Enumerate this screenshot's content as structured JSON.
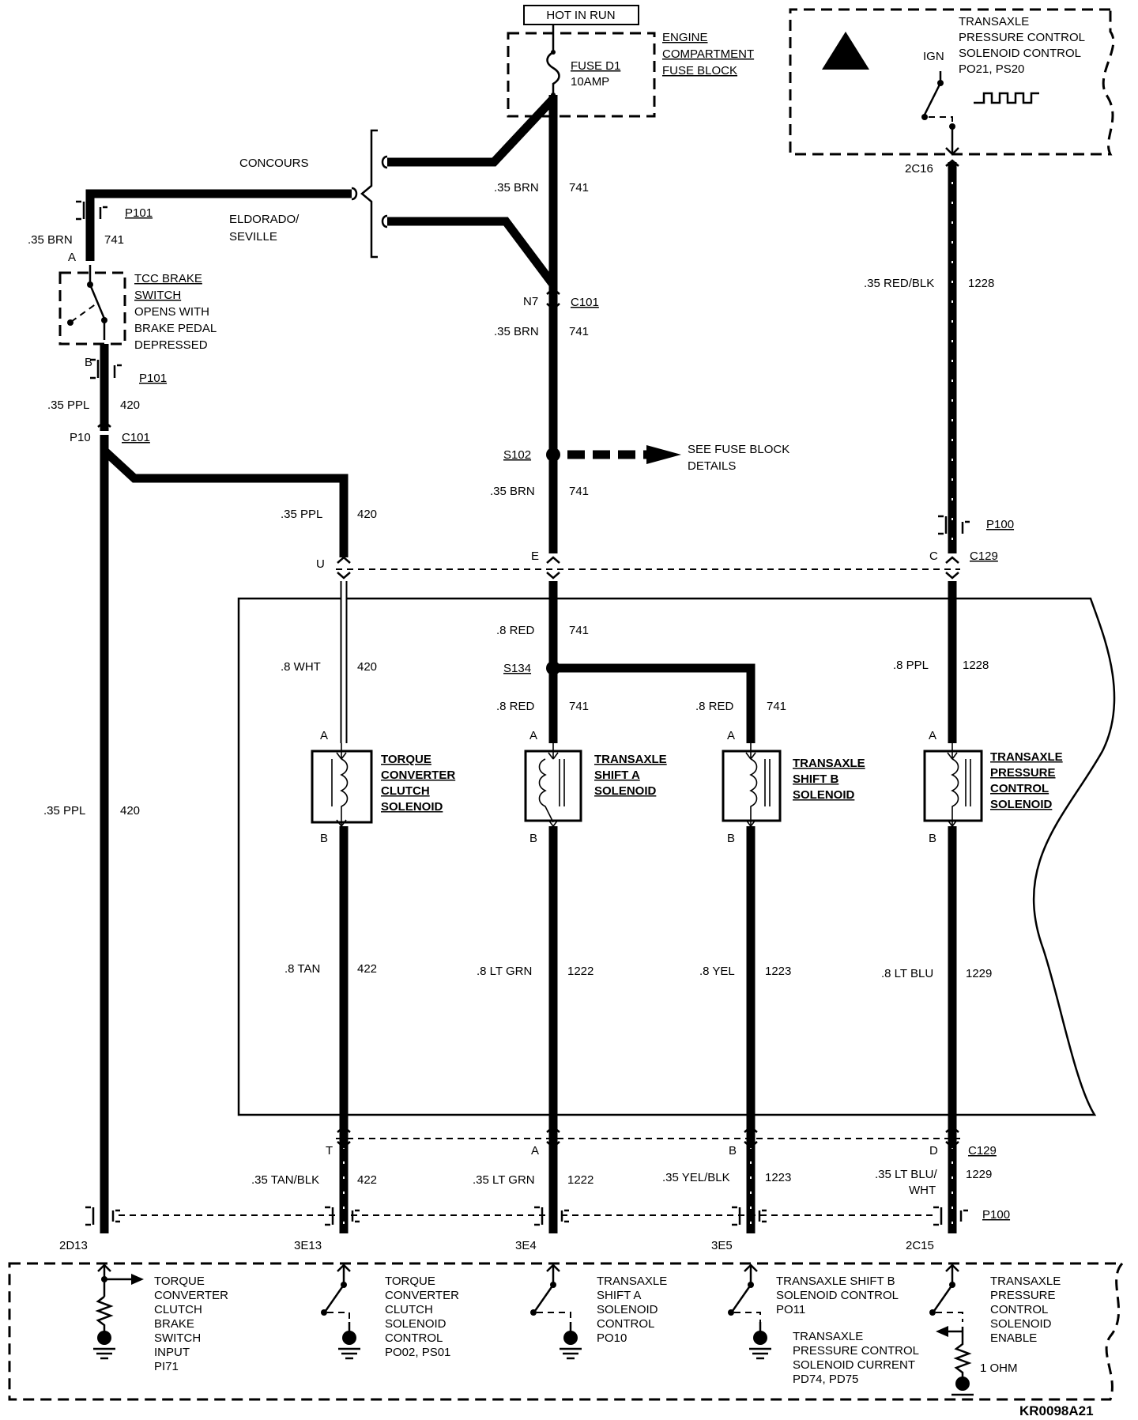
{
  "power": {
    "hot_in_run": "HOT IN RUN"
  },
  "fuse_block": {
    "title_line1": "ENGINE",
    "title_line2": "COMPARTMENT",
    "title_line3": "FUSE BLOCK",
    "fuse_name": "FUSE D1",
    "fuse_rating": "10AMP"
  },
  "models": {
    "concours": "CONCOURS",
    "eldorado_line1": "ELDORADO/",
    "eldorado_line2": "SEVILLE"
  },
  "ecm": {
    "title_line1": "TRANSAXLE",
    "title_line2": "PRESSURE CONTROL",
    "title_line3": "SOLENOID CONTROL",
    "title_line4": "PO21, PS20",
    "ign": "IGN",
    "pin": "2C16"
  },
  "brake_switch": {
    "name_line1": "TCC BRAKE",
    "name_line2": "SWITCH",
    "desc_line1": "OPENS WITH",
    "desc_line2": "BRAKE PEDAL",
    "desc_line3": "DEPRESSED",
    "pin_a": "A",
    "pin_b": "B"
  },
  "wires": {
    "w741_brn": ".35 BRN",
    "c741": "741",
    "w1228_redblk": ".35 RED/BLK",
    "c1228": "1228",
    "w420_ppl": ".35 PPL",
    "c420": "420",
    "w420_wht": ".8  WHT",
    "w741_red": ".8 RED",
    "w1228_ppl": ".8 PPL",
    "w422_tan": ".8 TAN",
    "c422": "422",
    "w1222_ltgrn": ".8 LT GRN",
    "c1222": "1222",
    "w1223_yel": ".8 YEL",
    "c1223": "1223",
    "w1229_ltblu": ".8 LT BLU",
    "c1229": "1229",
    "w422_tanblk": ".35 TAN/BLK",
    "w1222_ltgrn35": ".35 LT GRN",
    "w1223_yelblk": ".35 YEL/BLK",
    "w1229_ltbluwht1": ".35 LT BLU/",
    "w1229_ltbluwht2": "WHT"
  },
  "connectors": {
    "p101": "P101",
    "p100": "P100",
    "c101": "C101",
    "c129": "C129",
    "n7": "N7",
    "p10": "P10",
    "u": "U",
    "e": "E",
    "c": "C",
    "t": "T",
    "a": "A",
    "b": "B",
    "d": "D"
  },
  "splices": {
    "s102": "S102",
    "s134": "S134",
    "see_fuse_line1": "SEE FUSE BLOCK",
    "see_fuse_line2": "DETAILS"
  },
  "solenoids": [
    {
      "line1": "TORQUE",
      "line2": "CONVERTER",
      "line3": "CLUTCH",
      "line4": "SOLENOID"
    },
    {
      "line1": "TRANSAXLE",
      "line2": "SHIFT A",
      "line3": "SOLENOID",
      "line4": ""
    },
    {
      "line1": "TRANSAXLE",
      "line2": "SHIFT B",
      "line3": "SOLENOID",
      "line4": ""
    },
    {
      "line1": "TRANSAXLE",
      "line2": "PRESSURE",
      "line3": "CONTROL",
      "line4": "SOLENOID"
    }
  ],
  "pcm_pins": [
    "2D13",
    "3E13",
    "3E4",
    "3E5",
    "2C15"
  ],
  "pcm_labels": {
    "brake_input": [
      "TORQUE",
      "CONVERTER",
      "CLUTCH",
      "BRAKE",
      "SWITCH",
      "INPUT",
      "PI71"
    ],
    "tcc_control": [
      "TORQUE",
      "CONVERTER",
      "CLUTCH",
      "SOLENOID",
      "CONTROL",
      "PO02, PS01"
    ],
    "shift_a": [
      "TRANSAXLE",
      "SHIFT A",
      "SOLENOID",
      "CONTROL",
      "PO10"
    ],
    "shift_b": [
      "TRANSAXLE SHIFT B",
      "SOLENOID CONTROL",
      "PO11"
    ],
    "pc_current": [
      "TRANSAXLE",
      "PRESSURE CONTROL",
      "SOLENOID CURRENT",
      "PD74, PD75"
    ],
    "pc_enable": [
      "TRANSAXLE",
      "PRESSURE",
      "CONTROL",
      "SOLENOID",
      "ENABLE"
    ],
    "resistor": "1 OHM"
  },
  "figure_id": "KR0098A21"
}
